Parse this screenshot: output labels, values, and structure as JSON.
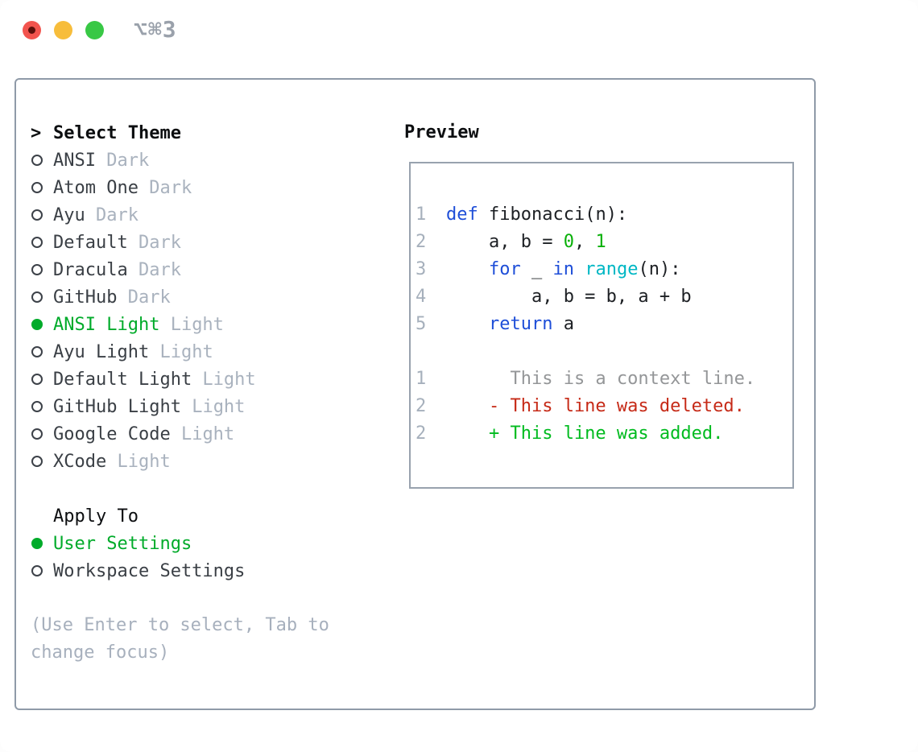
{
  "window": {
    "shortcut": "⌥⌘3",
    "traffic_lights": {
      "close": "#f2544e",
      "minimize": "#f7bd3b",
      "zoom": "#38c845"
    }
  },
  "theme_panel": {
    "prompt": ">",
    "title": "Select Theme",
    "themes": [
      {
        "name": "ANSI",
        "tag": "Dark",
        "selected": false
      },
      {
        "name": "Atom One",
        "tag": "Dark",
        "selected": false
      },
      {
        "name": "Ayu",
        "tag": "Dark",
        "selected": false
      },
      {
        "name": "Default",
        "tag": "Dark",
        "selected": false
      },
      {
        "name": "Dracula",
        "tag": "Dark",
        "selected": false
      },
      {
        "name": "GitHub",
        "tag": "Dark",
        "selected": false
      },
      {
        "name": "ANSI Light",
        "tag": "Light",
        "selected": true
      },
      {
        "name": "Ayu Light",
        "tag": "Light",
        "selected": false
      },
      {
        "name": "Default Light",
        "tag": "Light",
        "selected": false
      },
      {
        "name": "GitHub Light",
        "tag": "Light",
        "selected": false
      },
      {
        "name": "Google Code",
        "tag": "Light",
        "selected": false
      },
      {
        "name": "XCode",
        "tag": "Light",
        "selected": false
      }
    ],
    "apply_to": {
      "title": "Apply To",
      "options": [
        {
          "name": "User Settings",
          "selected": true
        },
        {
          "name": "Workspace Settings",
          "selected": false
        }
      ]
    },
    "help_lines": [
      "(Use Enter to select, Tab to",
      "change focus)"
    ]
  },
  "preview": {
    "title": "Preview",
    "code_lines": [
      {
        "num": "1",
        "segments": [
          {
            "t": "def",
            "c": "kw"
          },
          {
            "t": " fibonacci(n):",
            "c": "pl"
          }
        ]
      },
      {
        "num": "2",
        "segments": [
          {
            "t": "    a, b = ",
            "c": "pl"
          },
          {
            "t": "0",
            "c": "num"
          },
          {
            "t": ", ",
            "c": "pl"
          },
          {
            "t": "1",
            "c": "num"
          }
        ]
      },
      {
        "num": "3",
        "segments": [
          {
            "t": "    ",
            "c": "pl"
          },
          {
            "t": "for",
            "c": "kw"
          },
          {
            "t": " _ ",
            "c": "pl"
          },
          {
            "t": "in",
            "c": "kw"
          },
          {
            "t": " ",
            "c": "pl"
          },
          {
            "t": "range",
            "c": "bi"
          },
          {
            "t": "(n):",
            "c": "pl"
          }
        ]
      },
      {
        "num": "4",
        "segments": [
          {
            "t": "        a, b = b, a + b",
            "c": "pl"
          }
        ]
      },
      {
        "num": "5",
        "segments": [
          {
            "t": "    ",
            "c": "pl"
          },
          {
            "t": "return",
            "c": "kw"
          },
          {
            "t": " a",
            "c": "pl"
          }
        ]
      },
      {
        "num": "",
        "segments": []
      },
      {
        "num": "1",
        "segments": [
          {
            "t": "      This is a context line.",
            "c": "ctx"
          }
        ]
      },
      {
        "num": "2",
        "segments": [
          {
            "t": "    - This line was deleted.",
            "c": "del"
          }
        ]
      },
      {
        "num": "2",
        "segments": [
          {
            "t": "    + This line was added.",
            "c": "add"
          }
        ]
      }
    ]
  },
  "colors": {
    "keyword": "#1e4ed8",
    "plain": "#1d2024",
    "number": "#09b009",
    "builtin": "#00b7c4",
    "line_number": "#a6b0bc",
    "context": "#949698",
    "deleted": "#c62a17",
    "added": "#00bb1f",
    "selection_green": "#00ab2a",
    "theme_name": "#3a3f45",
    "tag": "#a9b2be",
    "help": "#a7b0bd",
    "border": "#8f9aa8"
  }
}
